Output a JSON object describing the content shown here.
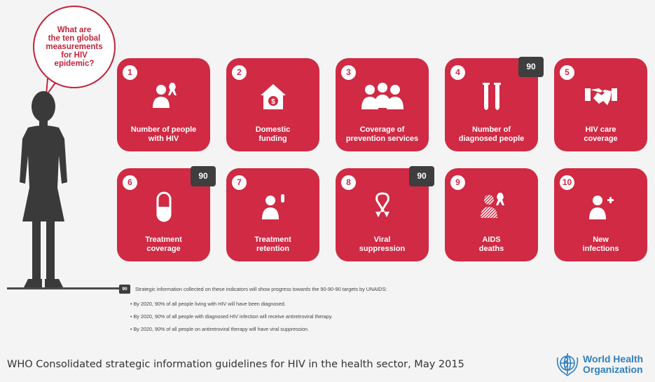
{
  "bubble": {
    "question": "What are\nthe ten global\nmeasurements\nfor HIV\nepidemic?"
  },
  "cards": [
    {
      "number": "1",
      "label": "Number of people\nwith HIV",
      "icon": "person-ribbon-icon"
    },
    {
      "number": "2",
      "label": "Domestic\nfunding",
      "icon": "house-money-icon"
    },
    {
      "number": "3",
      "label": "Coverage of\nprevention services",
      "icon": "group-icon"
    },
    {
      "number": "4",
      "label": "Number of\ndiagnosed people",
      "icon": "test-tubes-icon",
      "badge": "90"
    },
    {
      "number": "5",
      "label": "HIV care\ncoverage",
      "icon": "handshake-icon"
    },
    {
      "number": "6",
      "label": "Treatment\ncoverage",
      "icon": "pill-icon",
      "badge": "90"
    },
    {
      "number": "7",
      "label": "Treatment\nretention",
      "icon": "person-pill-icon"
    },
    {
      "number": "8",
      "label": "Viral\nsuppression",
      "icon": "ribbon-arrows-icon",
      "badge": "90"
    },
    {
      "number": "9",
      "label": "AIDS\ndeaths",
      "icon": "faded-person-ribbon-icon"
    },
    {
      "number": "10",
      "label": "New\ninfections",
      "icon": "person-plus-icon"
    }
  ],
  "footnote": {
    "badge": "90",
    "intro": "Strategic information collected on these indicators will show progress towards the 90-90-90 targets by UNAIDS:",
    "bullets": [
      "• By 2020, 90% of all people living with HIV will have been diagnosed.",
      "• By 2020, 90% of all people with diagnosed HIV infection will receive antiretroviral therapy.",
      "• By 2020, 90% of all people on antiretroviral therapy will have viral suppression."
    ]
  },
  "bottom_title": "WHO Consolidated strategic information guidelines for HIV in the health sector, May 2015",
  "logo": {
    "name": "World Health\nOrganization",
    "icon": "who-emblem-icon"
  },
  "colors": {
    "card": "#d02a44",
    "badge": "#3e3e3e",
    "who_blue": "#2f7fc0",
    "figure": "#3a3a3a"
  }
}
